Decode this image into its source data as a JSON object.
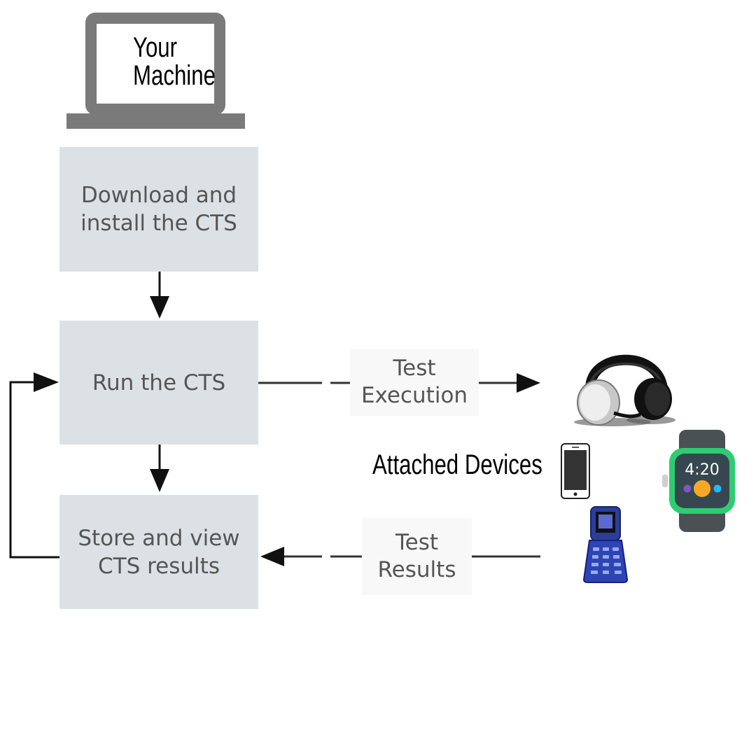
{
  "laptop": {
    "label_line1": "Your",
    "label_line2": "Machine",
    "icon": "laptop-icon"
  },
  "steps": [
    {
      "label": "Download and\ninstall the CTS"
    },
    {
      "label": "Run the CTS"
    },
    {
      "label": "Store and view\nCTS results"
    }
  ],
  "flows": {
    "execution": {
      "label": "Test\nExecution"
    },
    "results": {
      "label": "Test\nResults"
    }
  },
  "devices": {
    "label": "Attached Devices",
    "items": [
      "headphones-icon",
      "smartphone-icon",
      "smartwatch-icon",
      "flip-phone-icon"
    ],
    "watch_time": "4:20"
  },
  "colors": {
    "box_fill": "#dce1e5",
    "laptop_gray": "#7a7a7a",
    "arrow": "#111111",
    "watch_green": "#2ecc71"
  }
}
